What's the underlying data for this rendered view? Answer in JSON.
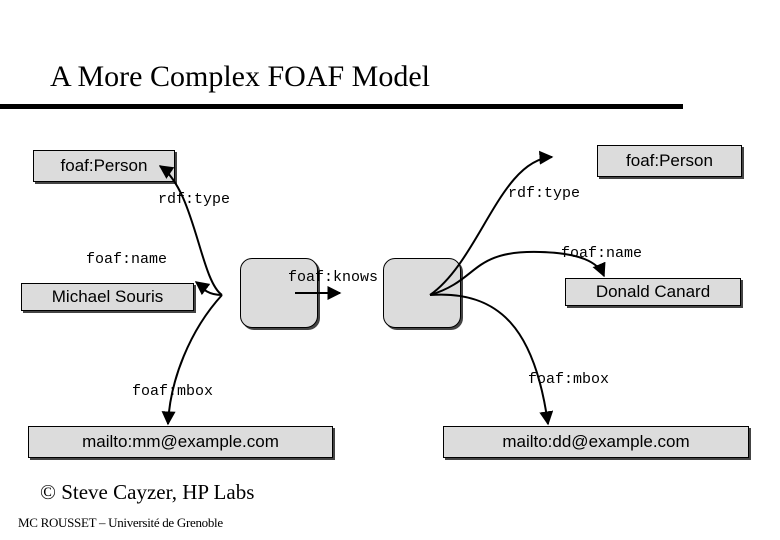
{
  "title": "A More Complex FOAF Model",
  "nodes": {
    "left_type": "foaf:Person",
    "right_type": "foaf:Person",
    "left_name": "Michael Souris",
    "right_name": "Donald Canard",
    "left_mbox": "mailto:mm@example.com",
    "right_mbox": "mailto:dd@example.com"
  },
  "edges": {
    "left_type": "rdf:type",
    "right_type": "rdf:type",
    "left_name": "foaf:name",
    "right_name": "foaf:name",
    "knows": "foaf:knows",
    "left_mbox": "foaf:mbox",
    "right_mbox": "foaf:mbox"
  },
  "footer": {
    "credit": "© Steve Cayzer, HP Labs",
    "affiliation": "MC ROUSSET – Université de Grenoble"
  }
}
